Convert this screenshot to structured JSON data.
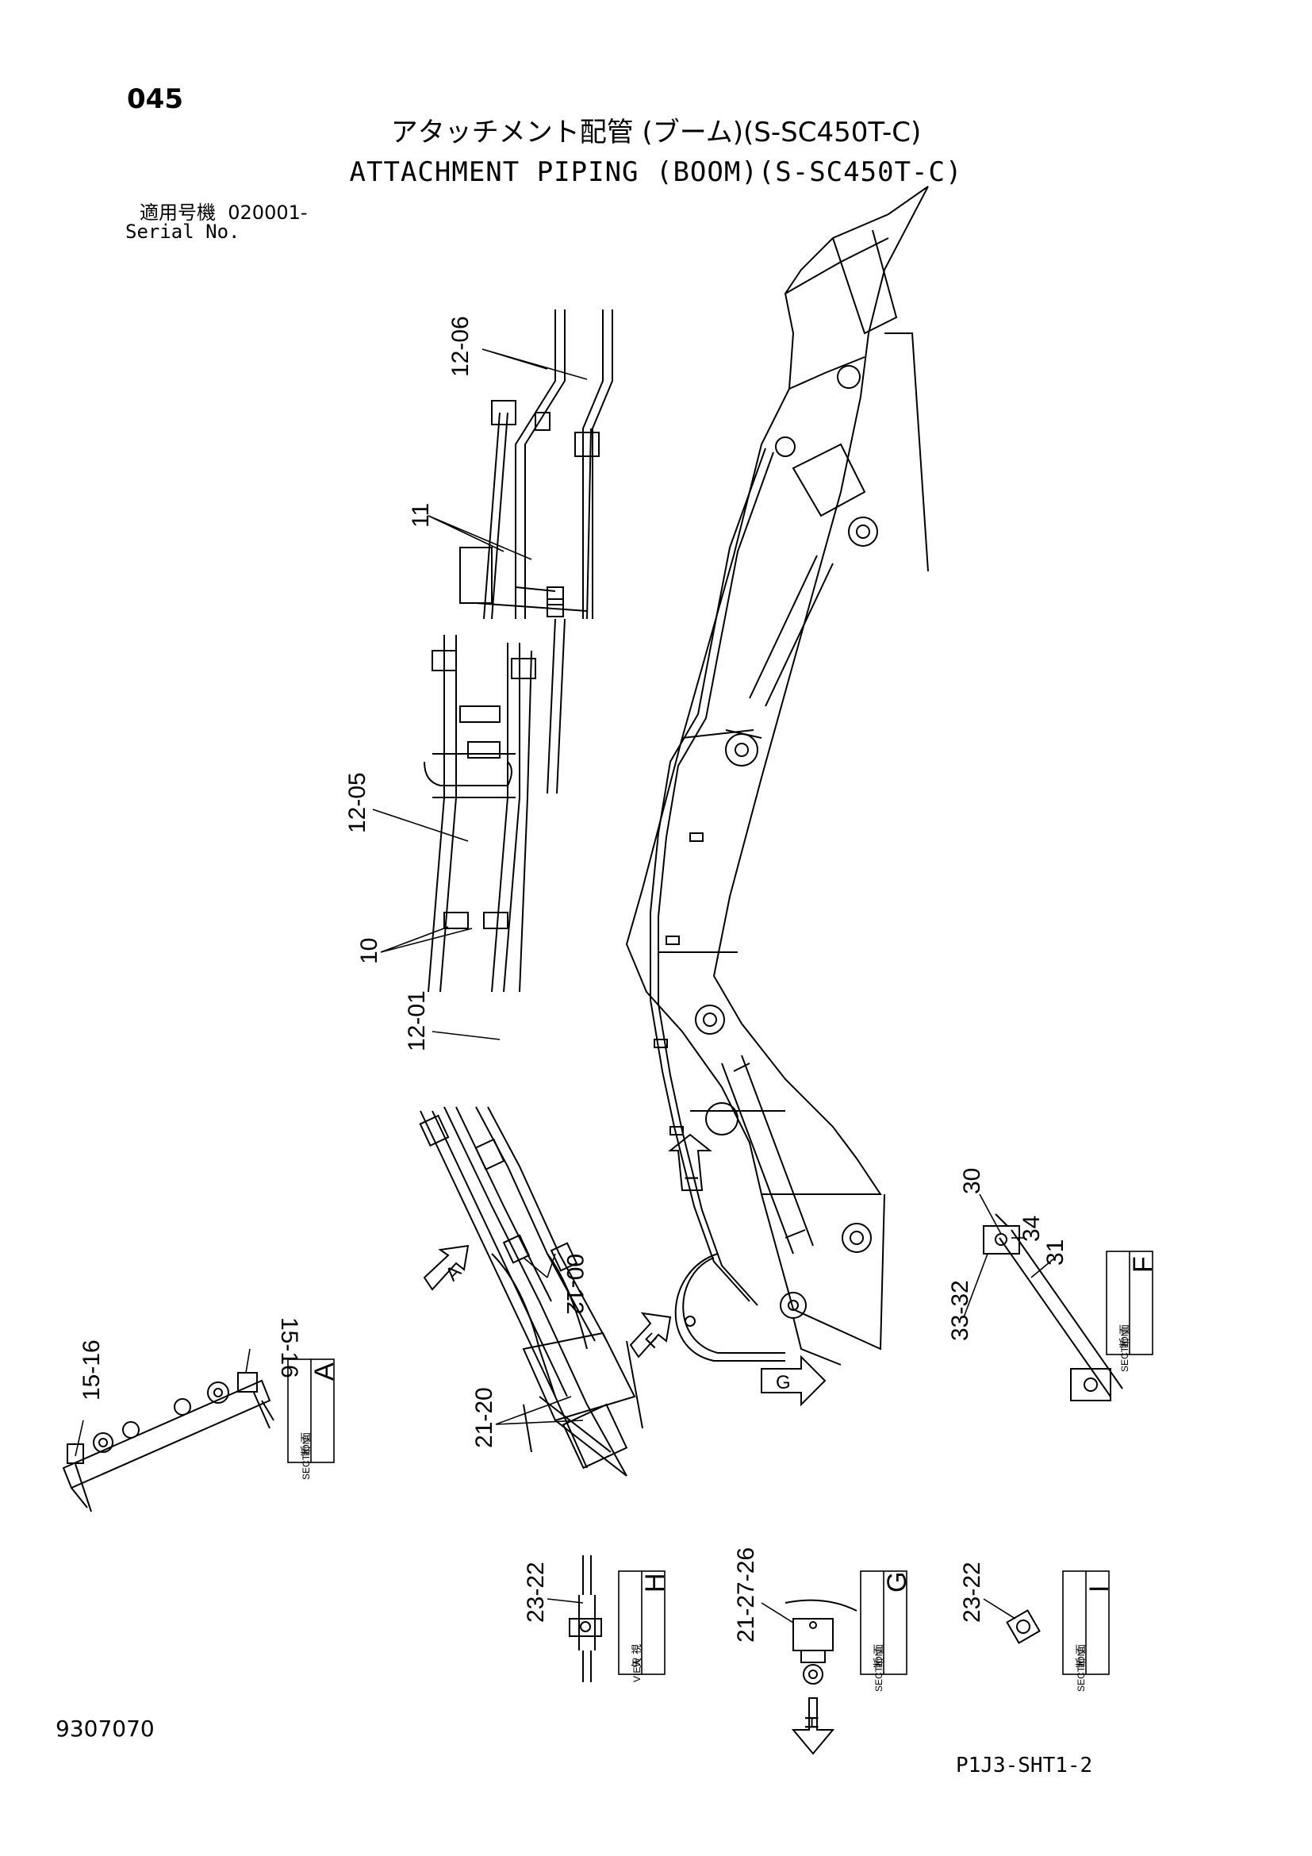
{
  "header": {
    "page_number": "045",
    "title_jp": "アタッチメント配管 (ブーム)(S-SC450T-C)",
    "title_en": "ATTACHMENT PIPING (BOOM)(S-SC450T-C)",
    "serial_label_jp": "適用号機",
    "serial_value": "020001-",
    "serial_label_en": "Serial No."
  },
  "footer": {
    "doc_code": "9307070",
    "sheet_code": "P1J3-SHT1-2"
  },
  "part_labels": {
    "l_12_06": "12-06",
    "l_11": "11",
    "l_12_05": "12-05",
    "l_10": "10",
    "l_12_01": "12-01",
    "l_00_12": "00-12",
    "l_21_20": "21-20",
    "l_15_16_left": "15-16",
    "l_15_16_right": "15-16",
    "l_30": "30",
    "l_34": "34",
    "l_31": "31",
    "l_33_32": "33-32",
    "l_23_22_h": "23-22",
    "l_21_27_26": "21-27-26",
    "l_23_22_i": "23-22"
  },
  "section_boxes": {
    "a": {
      "jp": "断 面",
      "word": "SECTION",
      "letter": "A"
    },
    "f": {
      "jp": "断 面",
      "word": "SECTION",
      "letter": "F"
    },
    "h": {
      "jp": "矢 視",
      "word": "VIEW",
      "letter": "H"
    },
    "g": {
      "jp": "断 面",
      "word": "SECTION",
      "letter": "G"
    },
    "i": {
      "jp": "断 面",
      "word": "SECTION",
      "letter": "I"
    }
  },
  "view_arrows": {
    "a": "A",
    "f": "F",
    "g": "G",
    "h": "H",
    "i": "I"
  }
}
